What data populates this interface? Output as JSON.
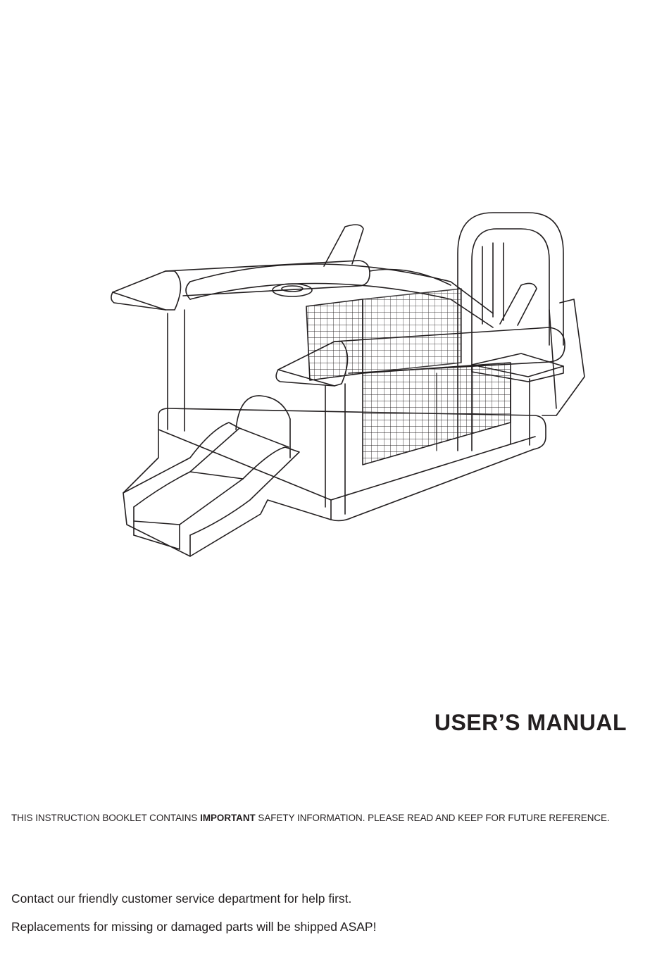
{
  "cover": {
    "title": "USER’S MANUAL",
    "notice_prefix": "THIS INSTRUCTION BOOKLET CONTAINS ",
    "notice_emphasis": "IMPORTANT",
    "notice_suffix": " SAFETY INFORMATION. PLEASE READ AND KEEP FOR FUTURE REFERENCE.",
    "contact_line": "Contact our friendly customer service department for help first.",
    "replacement_line": "Replacements for missing or damaged parts will be shipped ASAP!"
  },
  "illustration": {
    "icon": "inflatable-bounce-house-drawing",
    "stroke_color": "#231f20"
  }
}
